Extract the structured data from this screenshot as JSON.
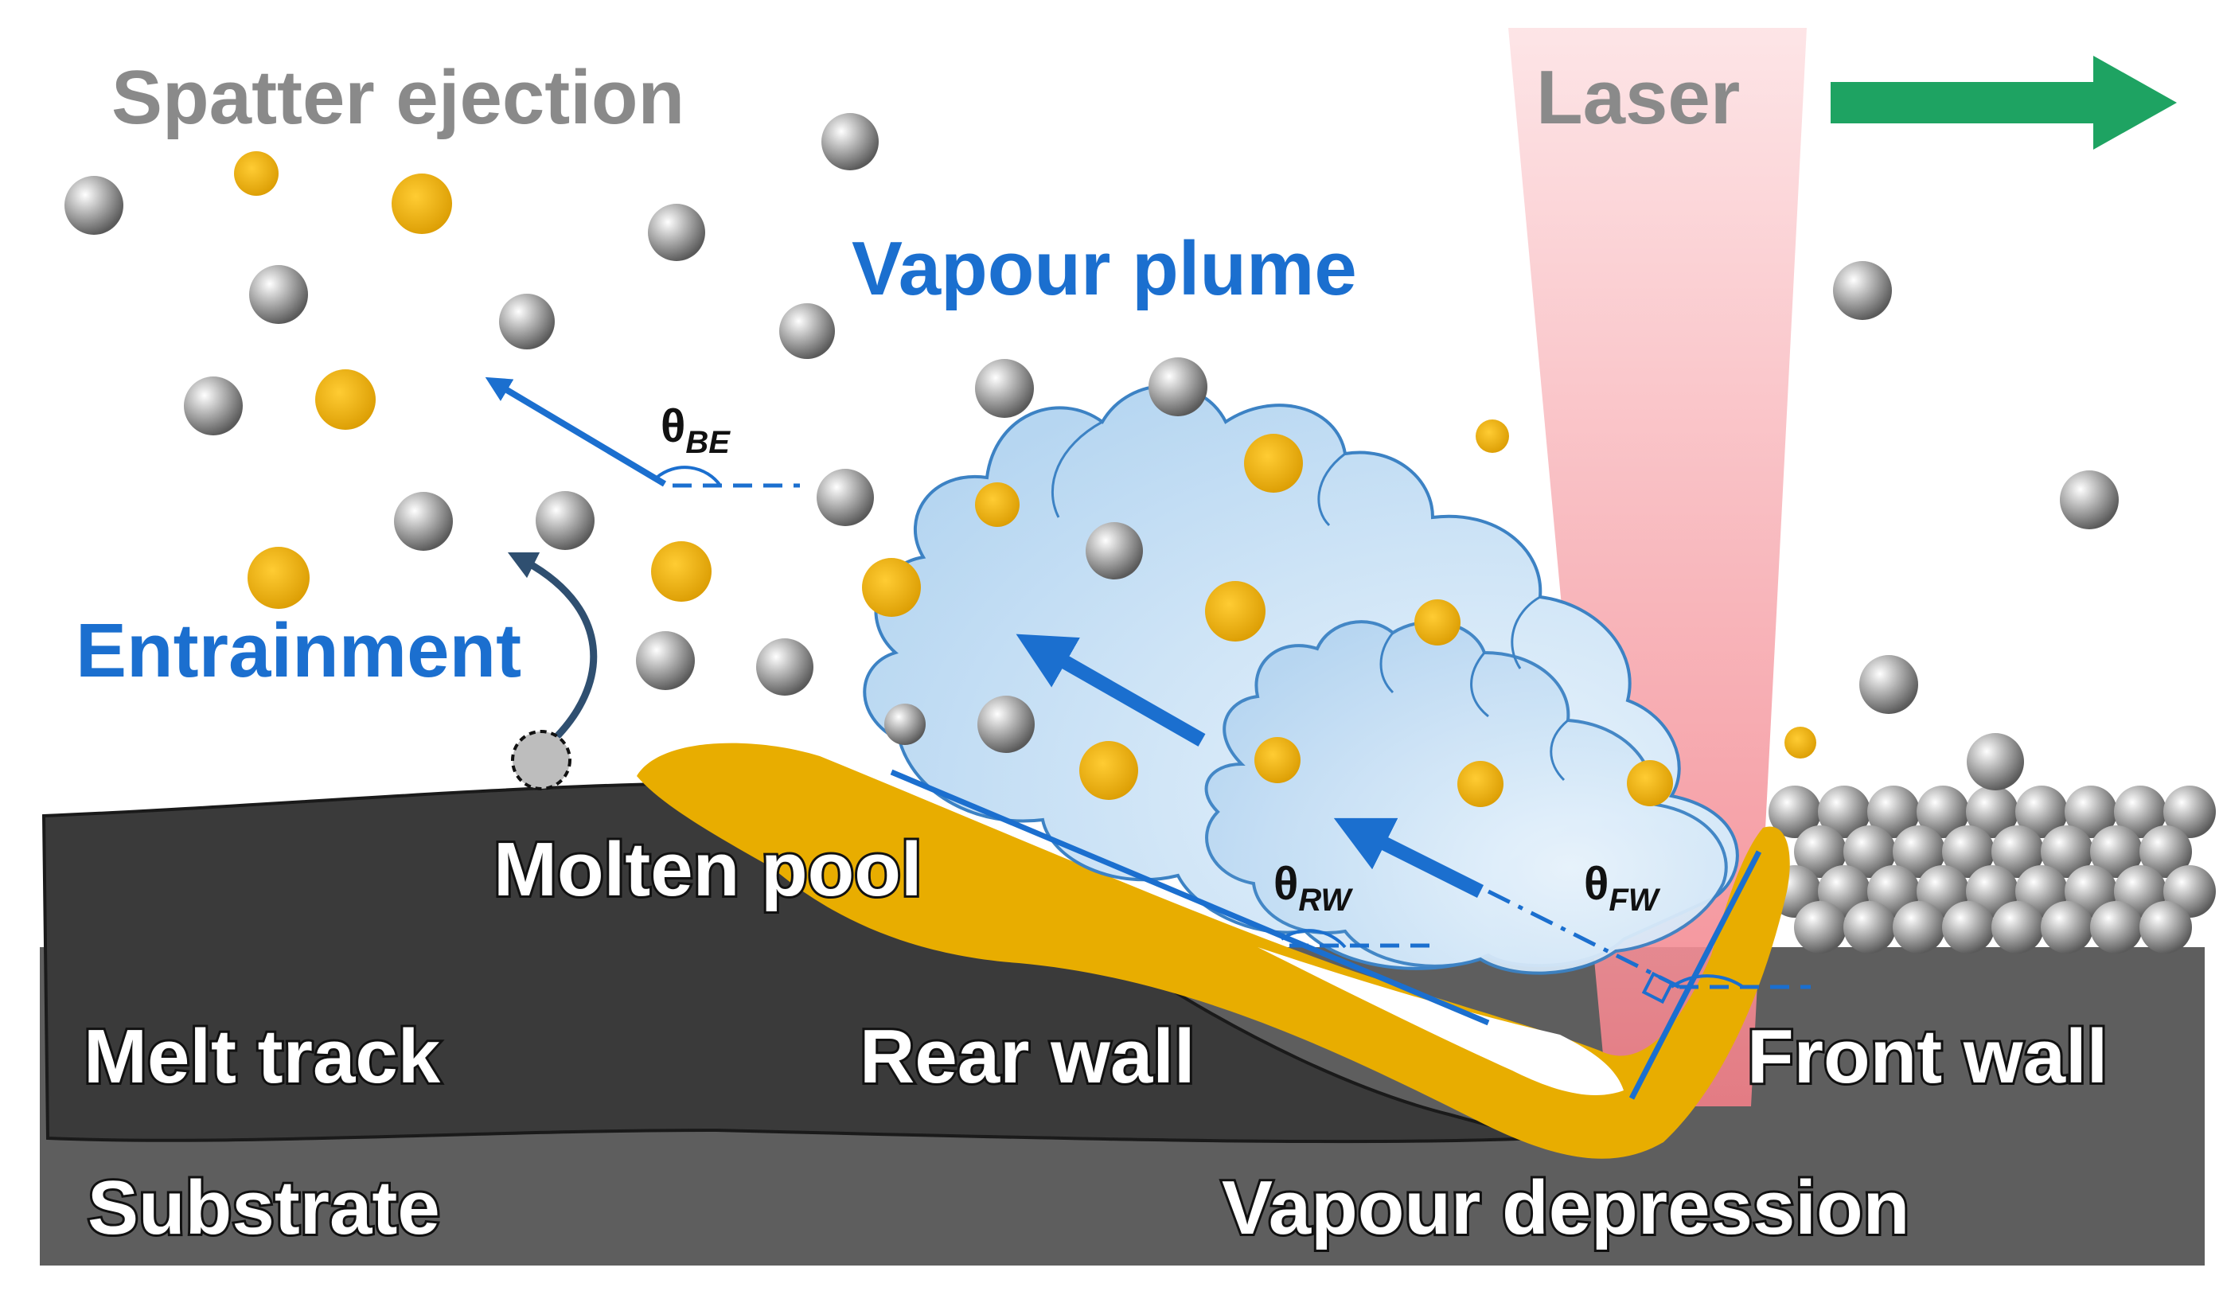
{
  "labels": {
    "spatter_ejection": "Spatter ejection",
    "laser": "Laser",
    "vapour_plume": "Vapour plume",
    "entrainment": "Entrainment",
    "molten_pool": "Molten pool",
    "melt_track": "Melt track",
    "rear_wall": "Rear wall",
    "front_wall": "Front wall",
    "substrate": "Substrate",
    "vapour_depression": "Vapour depression"
  },
  "angles": {
    "be": {
      "symbol": "θ",
      "sub": "BE"
    },
    "rw": {
      "symbol": "θ",
      "sub": "RW"
    },
    "fw": {
      "symbol": "θ",
      "sub": "FW"
    }
  },
  "colors": {
    "substrate": "#5e5e5e",
    "melt_track": "#3a3a3a",
    "molten": "#e8ad00",
    "plume": "#c9e2f6",
    "plume_edge": "#3c82c4",
    "laser": "#f6a6ab",
    "arrow_blue": "#1b6fcf",
    "arrow_dark": "#2f4f70",
    "scan_arrow": "#1ea362",
    "label_grey": "#8a8a8a",
    "particle_grey": "#9a9a9a",
    "particle_gold": "#e8ad00"
  },
  "icons": {
    "scan_direction": "green-right-arrow-icon",
    "entrainment": "curved-arrow-icon"
  }
}
